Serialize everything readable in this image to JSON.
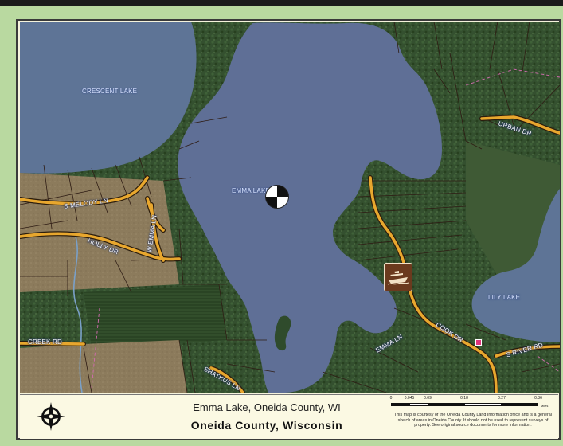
{
  "map": {
    "labels": {
      "crescent_lake": "CRESCENT LAKE",
      "emma_lake": "EMMA LAKE",
      "lily_lake": "LILY LAKE",
      "urban_dr": "URBAN DR",
      "s_melody_ln": "S MELODY LN",
      "w_emma_ln": "W EMMA LN",
      "holly_dr": "HOLLY DR",
      "creek_rd": "CREEK RD",
      "shatkus_ln": "SHATKUS LN",
      "emma_ln": "EMMA LN",
      "cook_dr": "COOK DR",
      "s_river_rd": "S RIVER RD"
    },
    "icons": {
      "benchmark": "benchmark-icon",
      "boat_launch": "boat-launch-icon",
      "marker": "pink-marker-icon",
      "compass": "compass-rose-icon"
    },
    "colors": {
      "water": "#5f6f96",
      "road": "#e8a72e",
      "parcel_line": "#2e1c14",
      "forest": "#2f4b2c",
      "field": "#8e7a59",
      "boundary": "#d26bb0"
    }
  },
  "legend": {
    "title": "Emma Lake, Oneida County, WI",
    "subtitle": "Oneida County, Wisconsin",
    "scale": {
      "ticks": [
        "0",
        "0.045",
        "0.09",
        "0.18",
        "0.27",
        "0.36"
      ],
      "units": "Miles"
    },
    "disclaimer": "This map is courtesy of the Oneida County Land Information office and is a general sketch of areas in Oneida County. It should not be used to represent surveys of property. See original source documents for more information."
  }
}
